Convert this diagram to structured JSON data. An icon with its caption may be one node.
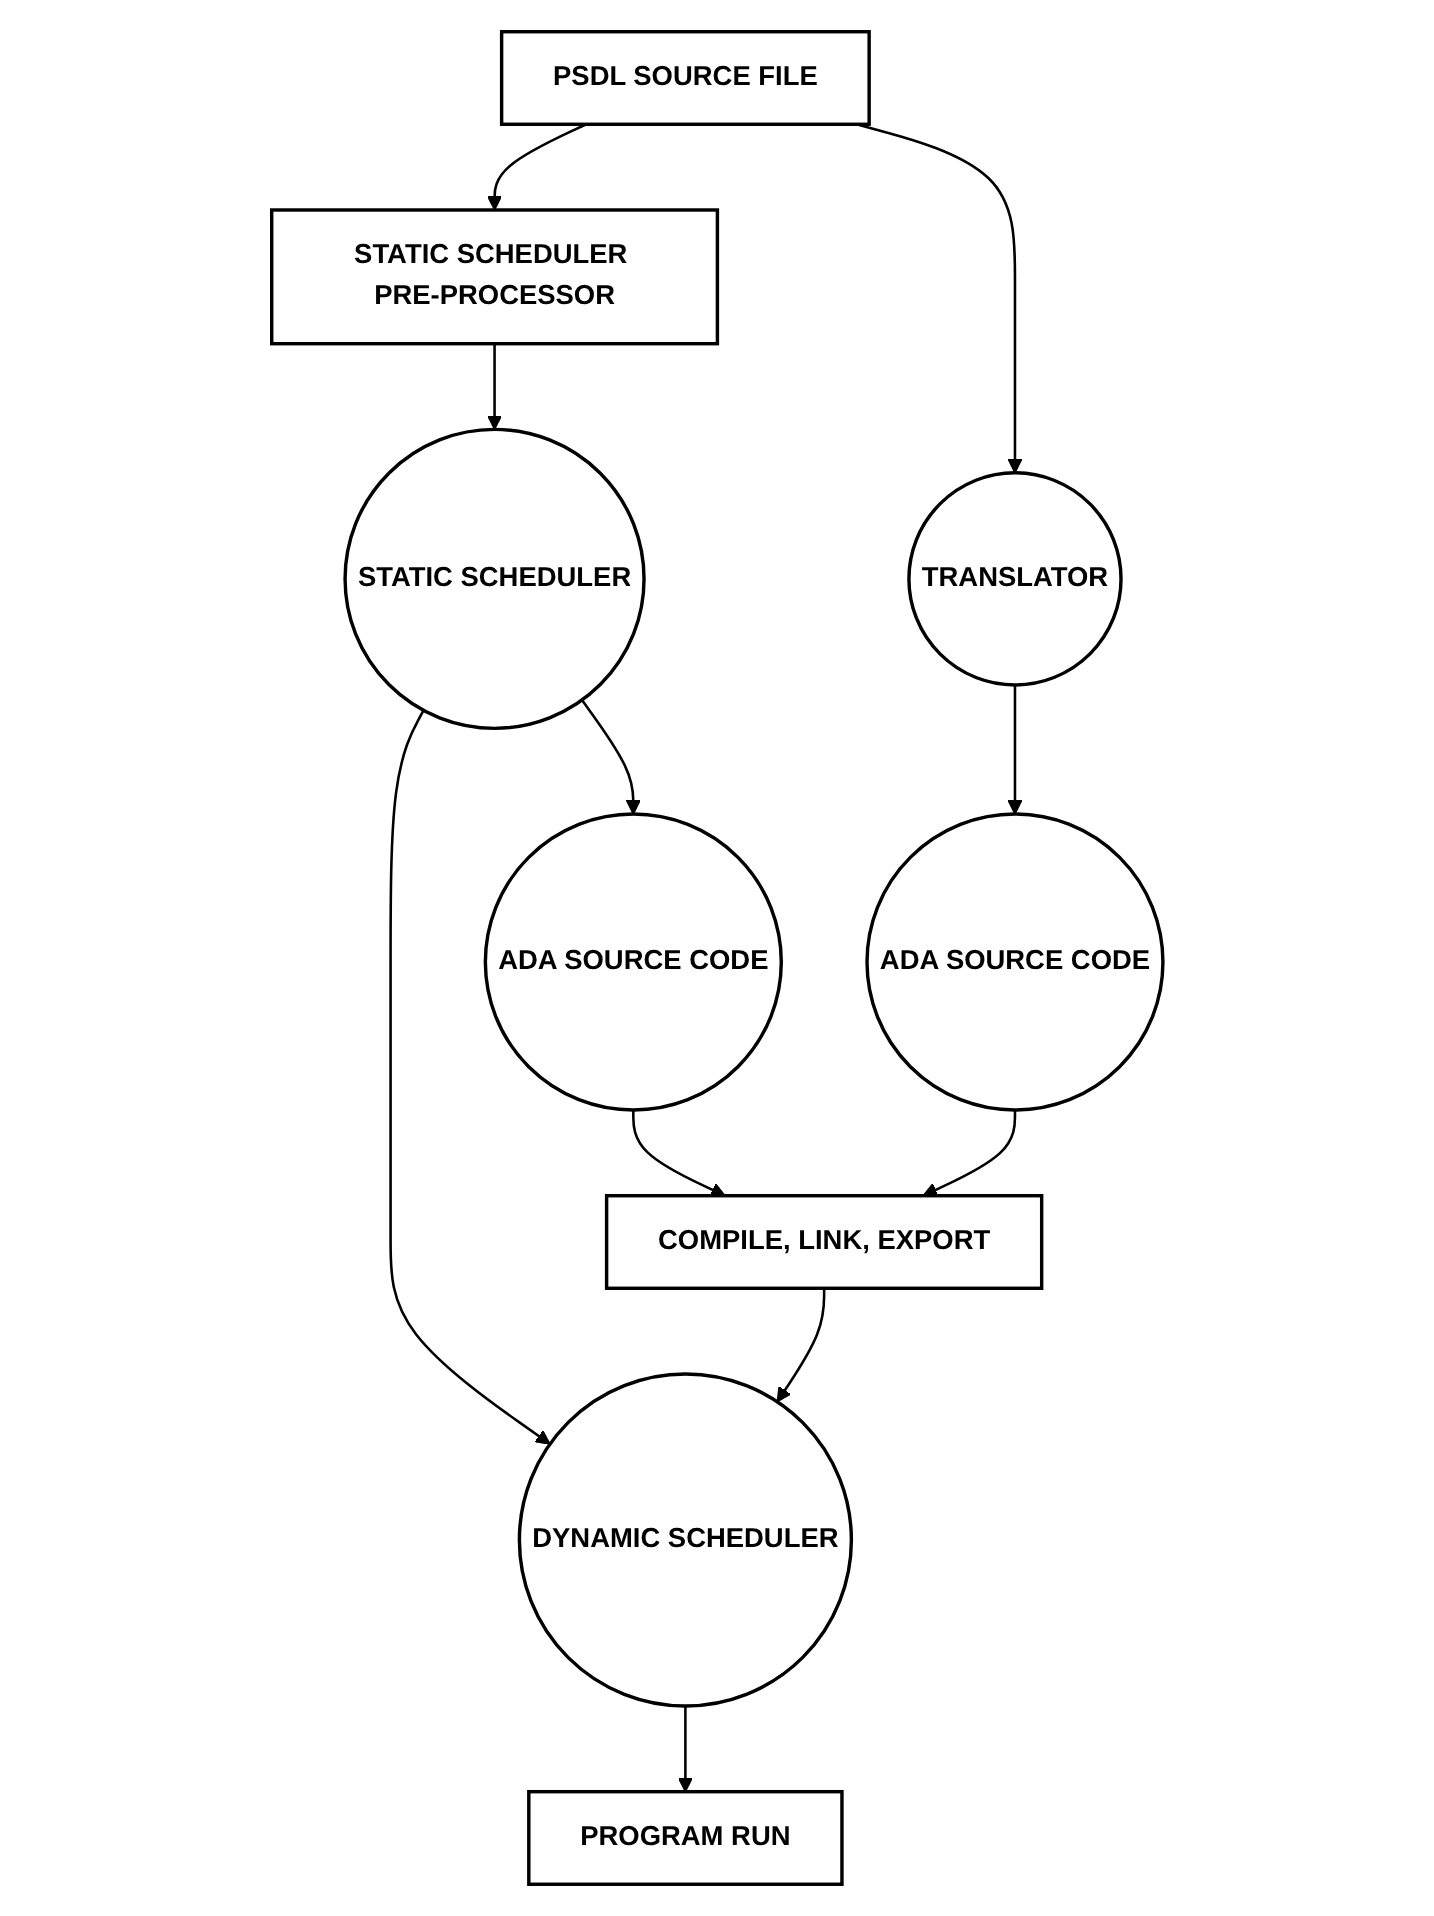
{
  "diagram": {
    "nodes": [
      {
        "text": [
          "PSDL SOURCE FILE"
        ]
      },
      {
        "text": [
          "STATIC SCHEDULER PRE-PROCESSOR"
        ]
      },
      {
        "text": [
          "TRANSLATOR"
        ]
      },
      {
        "text": [
          "STATIC SCHEDULER"
        ]
      },
      {
        "text": [
          "DYNAMIC SCHEDULER"
        ]
      },
      {
        "text": [
          "ADA SOURCE CODE"
        ]
      },
      {
        "text": [
          "ADA SOURCE CODE"
        ]
      },
      {
        "text": [
          "COMPILE, LINK, EXPORT"
        ]
      },
      {
        "text": [
          "PROGRAM RUN"
        ]
      }
    ],
    "edges": [
      {
        "from": 0,
        "to": 1,
        "arrow": "to"
      },
      {
        "from": 0,
        "to": 2,
        "arrow": "to"
      },
      {
        "from": 1,
        "to": 3,
        "arrow": "to"
      },
      {
        "from": 3,
        "to": 4,
        "arrow": "to"
      },
      {
        "from": 2,
        "to": 5,
        "arrow": "to"
      },
      {
        "from": 3,
        "to": 6,
        "arrow": "to"
      },
      {
        "from": 5,
        "to": 7,
        "arrow": "to"
      },
      {
        "from": 6,
        "to": 7,
        "arrow": "to"
      },
      {
        "from": 7,
        "to": 4,
        "arrow": "to"
      },
      {
        "from": 4,
        "to": 8,
        "arrow": "to"
      }
    ]
  }
}
